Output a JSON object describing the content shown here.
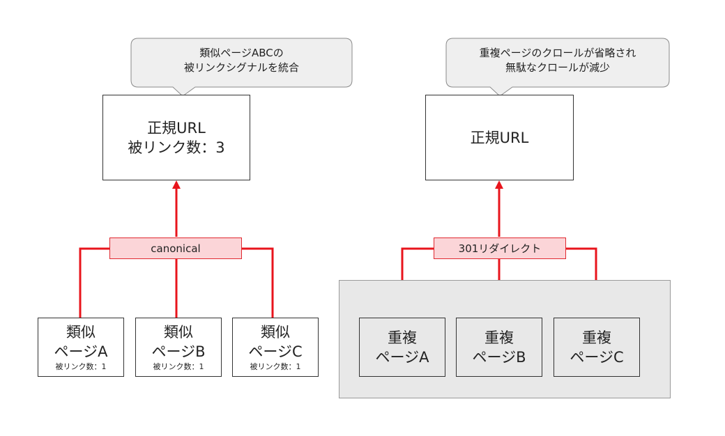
{
  "left": {
    "callout": {
      "line1": "類似ページABCの",
      "line2": "被リンクシグナルを統合"
    },
    "canonical_box": {
      "line1": "正規URL",
      "line2": "被リンク数：3"
    },
    "connector_label": "canonical",
    "pages": [
      {
        "line1": "類似",
        "line2": "ページA",
        "note": "被リンク数：1"
      },
      {
        "line1": "類似",
        "line2": "ページB",
        "note": "被リンク数：1"
      },
      {
        "line1": "類似",
        "line2": "ページC",
        "note": "被リンク数：1"
      }
    ]
  },
  "right": {
    "callout": {
      "line1": "重複ページのクロールが省略され",
      "line2": "無駄なクロールが減少"
    },
    "canonical_box": {
      "line1": "正規URL"
    },
    "connector_label": "301リダイレクト",
    "pages": [
      {
        "line1": "重複",
        "line2": "ページA"
      },
      {
        "line1": "重複",
        "line2": "ページB"
      },
      {
        "line1": "重複",
        "line2": "ページC"
      }
    ]
  },
  "colors": {
    "connector": "#e8141c",
    "label_fill": "#fbd5d8",
    "callout_fill": "#efefef",
    "group_fill": "#e8e8e8"
  }
}
